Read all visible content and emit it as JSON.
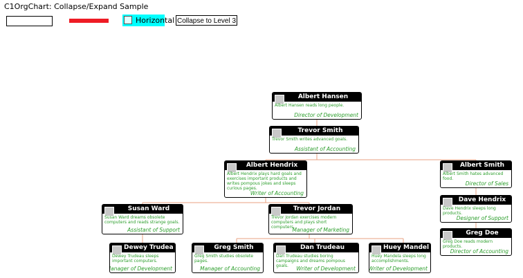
{
  "window": {
    "title": "C1OrgChart: Collapse/Expand Sample"
  },
  "toolbar": {
    "orientation_label": "Horizontal",
    "collapse_button_label": "Collapse to Level 3",
    "accent_red": "#ee1c25",
    "accent_cyan": "#00ffff"
  },
  "colors": {
    "connector": "#e8a080",
    "description_text": "#2a9d2a",
    "header": "#000000"
  },
  "nodes": [
    {
      "name": "Albert Hansen",
      "description": "Albert Hansen reads long people.",
      "title": "Director of Development"
    },
    {
      "name": "Trevor Smith",
      "description": "Trevor Smith writes advanced goals.",
      "title": "Assistant of Accounting"
    },
    {
      "name": "Albert Hendrix",
      "description": "Albert Hendrix plays hard goals and exercises important products and writes pompous jokes and sleeps curious pages.",
      "title": "Writer of Accounting"
    },
    {
      "name": "Albert Smith",
      "description": "Albert Smith hates advanced food.",
      "title": "Director of Sales"
    },
    {
      "name": "Dave Hendrix",
      "description": "Dave Hendrix sleeps long products.",
      "title": "Designer of Support"
    },
    {
      "name": "Greg Doe",
      "description": "Greg Doe reads modern products.",
      "title": "Director of Accounting"
    },
    {
      "name": "Susan Ward",
      "description": "Susan Ward dreams obsolete computers and reads strange goals.",
      "title": "Assistant of Support"
    },
    {
      "name": "Trevor Jordan",
      "description": "Trevor Jordan exercises modern computers and plays short computers.",
      "title": "Manager of Marketing"
    },
    {
      "name": "Dewey Trudeau",
      "description": "Dewey Trudeau sleeps important computers.",
      "title": "Manager of Development"
    },
    {
      "name": "Greg Smith",
      "description": "Greg Smith studies obsolete pages.",
      "title": "Manager of Accounting"
    },
    {
      "name": "Dan Trudeau",
      "description": "Dan Trudeau studies boring campaigns and dreams pompous goals.",
      "title": "Writer of Development"
    },
    {
      "name": "Huey Mandela",
      "description": "Huey Mandela sleeps long accomplishments.",
      "title": "Writer of Development"
    }
  ]
}
